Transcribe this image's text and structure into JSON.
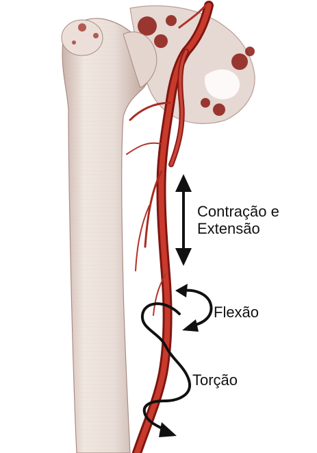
{
  "labels": {
    "contraction_line1": "Contração e",
    "contraction_line2": "Extensão",
    "flexion": "Flexão",
    "torsion": "Torção"
  },
  "colors": {
    "background": "#ffffff",
    "bone": "#ece2dc",
    "bone_shadow": "#b99f97",
    "artery": "#b3261f",
    "artery_dark": "#7e1510",
    "arrow": "#111111"
  },
  "icons": {
    "double_arrow": "vertical-double-headed-arrow",
    "flexion_arrow": "curved-bidirectional-arrow",
    "torsion_arrow": "serpentine-arrow"
  }
}
